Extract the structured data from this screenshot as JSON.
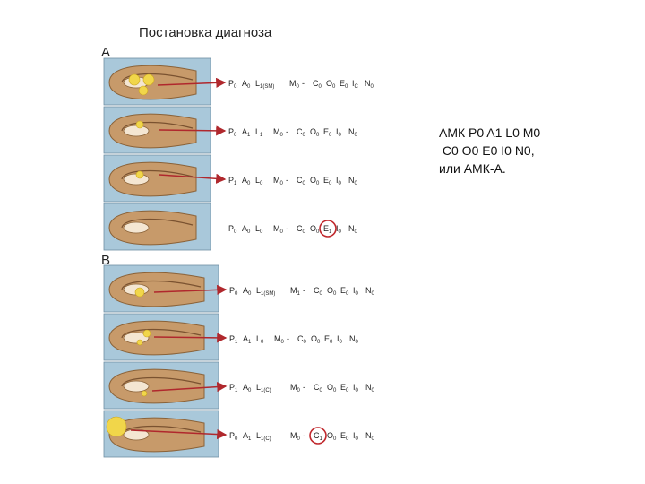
{
  "title": "Постановка диагноза",
  "sections": [
    {
      "label": "A",
      "rows": [
        {
          "codes": [
            [
              "P",
              "0"
            ],
            [
              "A",
              "0"
            ],
            [
              "L",
              "1(SM)"
            ],
            [
              "M",
              "0"
            ],
            [
              "-",
              ""
            ],
            [
              "C",
              "0"
            ],
            [
              "O",
              "0"
            ],
            [
              "E",
              "0"
            ],
            [
              "I",
              "C"
            ],
            [
              "N",
              "0"
            ]
          ],
          "circled": null
        },
        {
          "codes": [
            [
              "P",
              "0"
            ],
            [
              "A",
              "1"
            ],
            [
              "L",
              "1"
            ],
            [
              "M",
              "0"
            ],
            [
              "-",
              ""
            ],
            [
              "C",
              "0"
            ],
            [
              "O",
              "0"
            ],
            [
              "E",
              "0"
            ],
            [
              "I",
              "0"
            ],
            [
              "N",
              "0"
            ]
          ],
          "circled": null
        },
        {
          "codes": [
            [
              "P",
              "1"
            ],
            [
              "A",
              "0"
            ],
            [
              "L",
              "0"
            ],
            [
              "M",
              "0"
            ],
            [
              "-",
              ""
            ],
            [
              "C",
              "0"
            ],
            [
              "O",
              "0"
            ],
            [
              "E",
              "0"
            ],
            [
              "I",
              "0"
            ],
            [
              "N",
              "0"
            ]
          ],
          "circled": null
        },
        {
          "codes": [
            [
              "P",
              "0"
            ],
            [
              "A",
              "0"
            ],
            [
              "L",
              "0"
            ],
            [
              "M",
              "0"
            ],
            [
              "-",
              ""
            ],
            [
              "C",
              "0"
            ],
            [
              "O",
              "0"
            ],
            [
              "E",
              "1"
            ],
            [
              "I",
              "0"
            ],
            [
              "N",
              "0"
            ]
          ],
          "circled": "E"
        }
      ]
    },
    {
      "label": "B",
      "rows": [
        {
          "codes": [
            [
              "P",
              "0"
            ],
            [
              "A",
              "0"
            ],
            [
              "L",
              "1(SM)"
            ],
            [
              "M",
              "1"
            ],
            [
              "-",
              ""
            ],
            [
              "C",
              "0"
            ],
            [
              "O",
              "0"
            ],
            [
              "E",
              "0"
            ],
            [
              "I",
              "0"
            ],
            [
              "N",
              "0"
            ]
          ],
          "circled": null
        },
        {
          "codes": [
            [
              "P",
              "1"
            ],
            [
              "A",
              "1"
            ],
            [
              "L",
              "0"
            ],
            [
              "M",
              "0"
            ],
            [
              "-",
              ""
            ],
            [
              "C",
              "0"
            ],
            [
              "O",
              "0"
            ],
            [
              "E",
              "0"
            ],
            [
              "I",
              "0"
            ],
            [
              "N",
              "0"
            ]
          ],
          "circled": null
        },
        {
          "codes": [
            [
              "P",
              "1"
            ],
            [
              "A",
              "0"
            ],
            [
              "L",
              "1(C)"
            ],
            [
              "M",
              "0"
            ],
            [
              "-",
              ""
            ],
            [
              "C",
              "0"
            ],
            [
              "O",
              "0"
            ],
            [
              "E",
              "0"
            ],
            [
              "I",
              "0"
            ],
            [
              "N",
              "0"
            ]
          ],
          "circled": null
        },
        {
          "codes": [
            [
              "P",
              "0"
            ],
            [
              "A",
              "1"
            ],
            [
              "L",
              "1(C)"
            ],
            [
              "M",
              "0"
            ],
            [
              "-",
              ""
            ],
            [
              "C",
              "1"
            ],
            [
              "O",
              "0"
            ],
            [
              "E",
              "0"
            ],
            [
              "I",
              "0"
            ],
            [
              "N",
              "0"
            ]
          ],
          "circled": "C"
        }
      ]
    }
  ],
  "note": {
    "lines": [
      "АМК P0 A1 L0 M0 –",
      " C0 O0 E0 I0 N0,",
      "или АМК-А."
    ]
  },
  "colors": {
    "panel": "#a9c8da",
    "tissue": "#c79a6a",
    "arrow": "#b0282d",
    "lesion": "#f1d64a",
    "circle": "#c0282d"
  }
}
